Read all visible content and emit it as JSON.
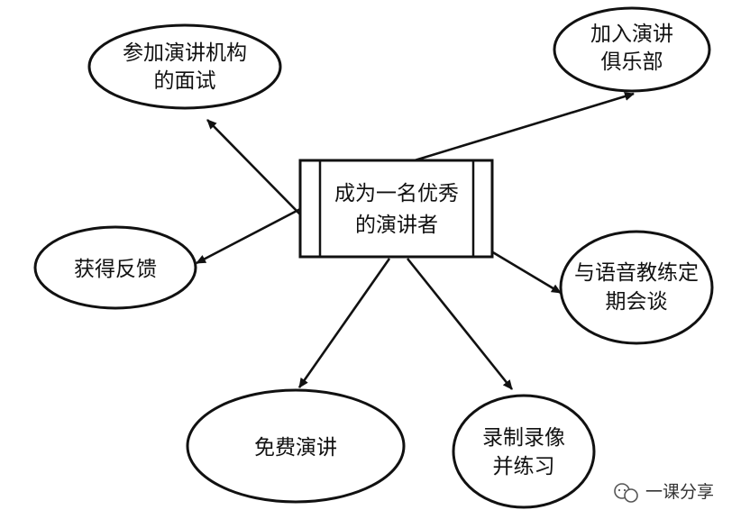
{
  "center": {
    "lines": [
      "成为一名优秀",
      "的演讲者"
    ]
  },
  "nodes": {
    "interview": {
      "lines": [
        "参加演讲机构",
        "的面试"
      ]
    },
    "club": {
      "lines": [
        "加入演讲",
        "俱乐部"
      ]
    },
    "feedback": {
      "lines": [
        "获得反馈"
      ]
    },
    "meeting": {
      "lines": [
        "与语音教练定",
        "期会谈"
      ]
    },
    "free_speech": {
      "lines": [
        "免费演讲"
      ]
    },
    "record": {
      "lines": [
        "录制录像",
        "并练习"
      ]
    }
  },
  "watermark": {
    "text": "一课分享"
  }
}
